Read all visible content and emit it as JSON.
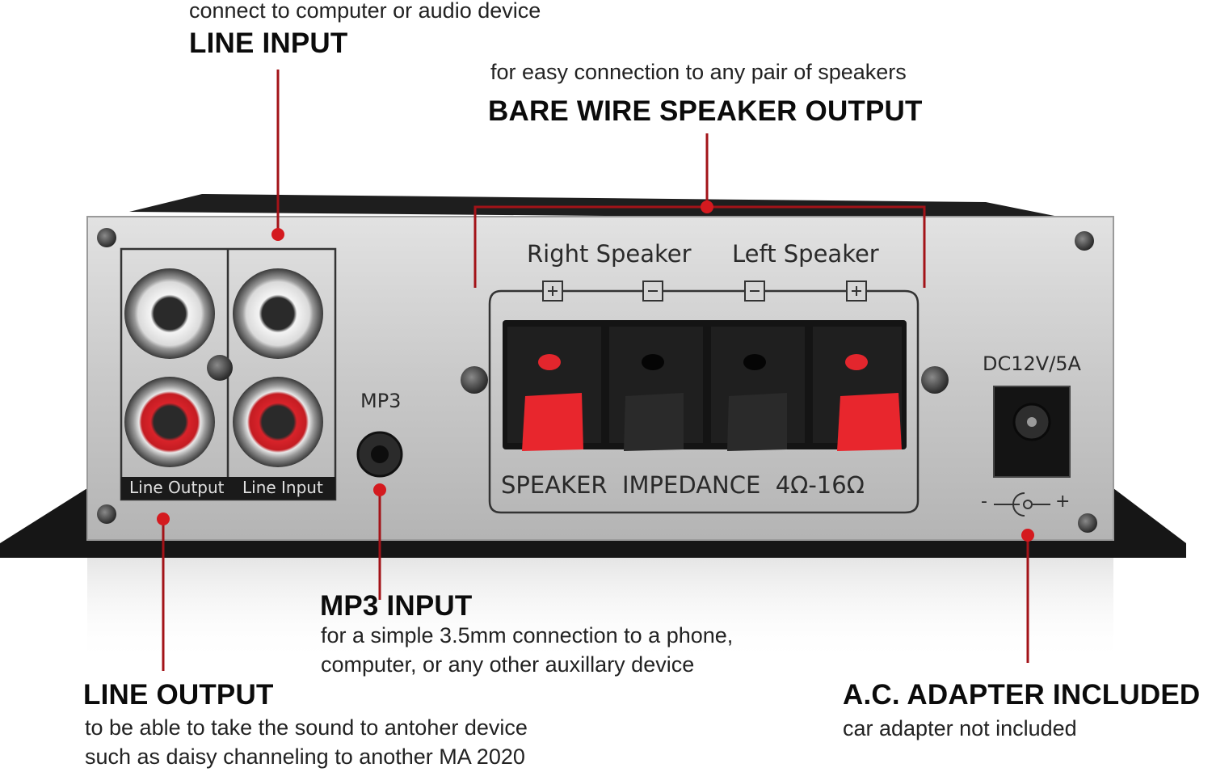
{
  "callouts": {
    "line_input": {
      "title": "LINE INPUT",
      "subtitle": "connect to computer or audio device"
    },
    "speaker_output": {
      "title": "BARE WIRE SPEAKER OUTPUT",
      "subtitle": "for easy connection to any pair of speakers"
    },
    "mp3_input": {
      "title": "MP3 INPUT",
      "line1": "for a simple 3.5mm connection to a phone,",
      "line2": "computer, or any other auxillary device"
    },
    "line_output": {
      "title": "LINE OUTPUT",
      "line1": "to be able to take the sound to antoher device",
      "line2": "such as daisy channeling to another MA 2020"
    },
    "ac_adapter": {
      "title": "A.C. ADAPTER INCLUDED",
      "subtitle": "car adapter not included"
    }
  },
  "panel": {
    "right_speaker": "Right Speaker",
    "left_speaker": "Left Speaker",
    "impedance": "SPEAKER  IMPEDANCE  4Ω-16Ω",
    "mp3_label": "MP3",
    "line_output_label": "Line Output",
    "line_input_label": "Line Input",
    "dc_label": "DC12V/5A",
    "polarity_minus": "-",
    "polarity_plus": "+"
  },
  "colors": {
    "accent_red": "#d41a1f",
    "panel_silver": "#c8c8c8",
    "chassis_black": "#1b1b1b"
  }
}
